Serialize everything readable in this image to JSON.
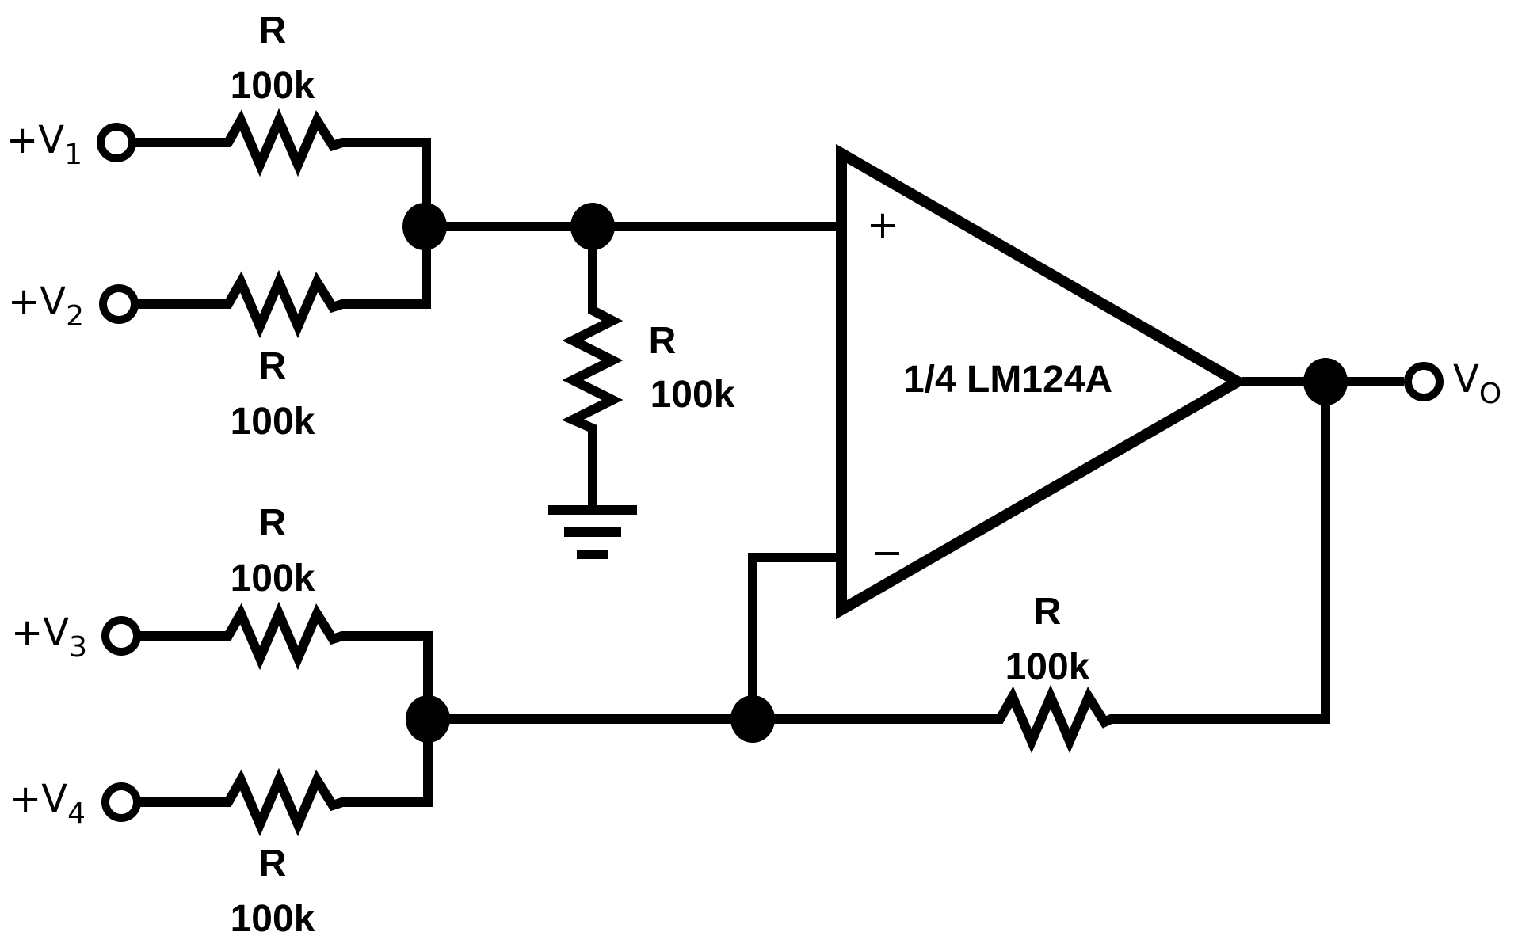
{
  "opamp_label": "1/4 LM124A",
  "opamp_pin_plus": "+",
  "opamp_pin_minus": "−",
  "inputs": [
    {
      "prefix": "+V",
      "sub": "1"
    },
    {
      "prefix": "+V",
      "sub": "2"
    },
    {
      "prefix": "+V",
      "sub": "3"
    },
    {
      "prefix": "+V",
      "sub": "4"
    }
  ],
  "output": {
    "prefix": "V",
    "sub": "O"
  },
  "resistors": {
    "r1": {
      "name": "R",
      "value": "100k"
    },
    "r2": {
      "name": "R",
      "value": "100k"
    },
    "r3": {
      "name": "R",
      "value": "100k"
    },
    "r4": {
      "name": "R",
      "value": "100k"
    },
    "r_ground": {
      "name": "R",
      "value": "100k"
    },
    "r_feedback": {
      "name": "R",
      "value": "100k"
    }
  },
  "colors": {
    "ink": "#000000",
    "background": "#ffffff"
  }
}
